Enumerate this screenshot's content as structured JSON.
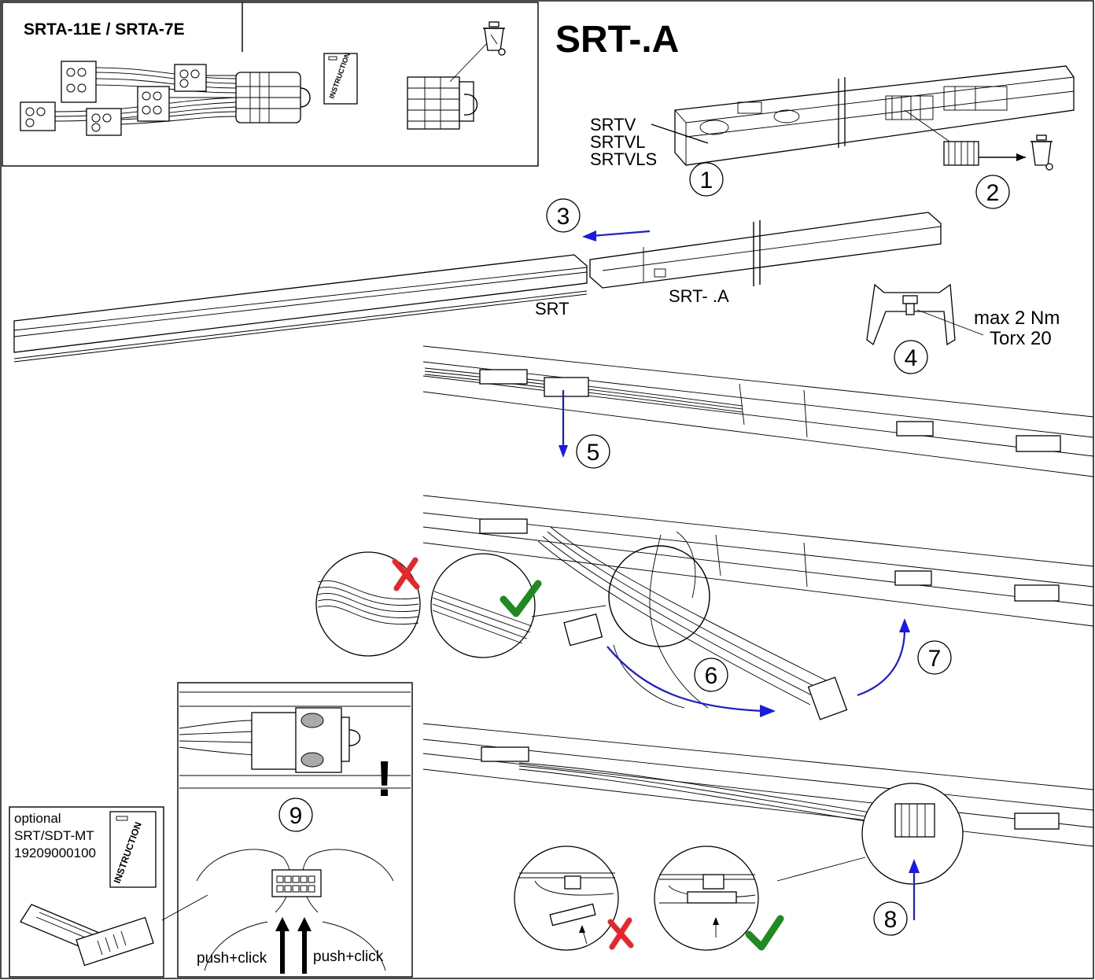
{
  "header": {
    "variant_title": "SRTA-11E / SRTA-7E",
    "main_title": "SRT-.A",
    "instruction_sheet_label": "INSTRUCTION"
  },
  "labels": {
    "variants": [
      "SRTV",
      "SRTVL",
      "SRTVLS"
    ],
    "srt": "SRT",
    "srt_a": "SRT- .A",
    "torque": "max 2 Nm",
    "tool": "Torx 20",
    "push_click_left": "push+click",
    "push_click_right": "push+click",
    "exclamation": "!"
  },
  "optional": {
    "line1": "optional",
    "line2": "SRT/SDT-MT",
    "line3": "19209000100",
    "sheet_label": "INSTRUCTION"
  },
  "steps": [
    "1",
    "2",
    "3",
    "4",
    "5",
    "6",
    "7",
    "8",
    "9"
  ],
  "colors": {
    "arrow": "#1a1ae6",
    "cross": "#e8262a",
    "check": "#1f8a1f",
    "line": "#000000"
  },
  "icons": {
    "wrong": "red-cross-icon",
    "right": "green-check-icon",
    "disposal": "recycle-bin-icon"
  }
}
